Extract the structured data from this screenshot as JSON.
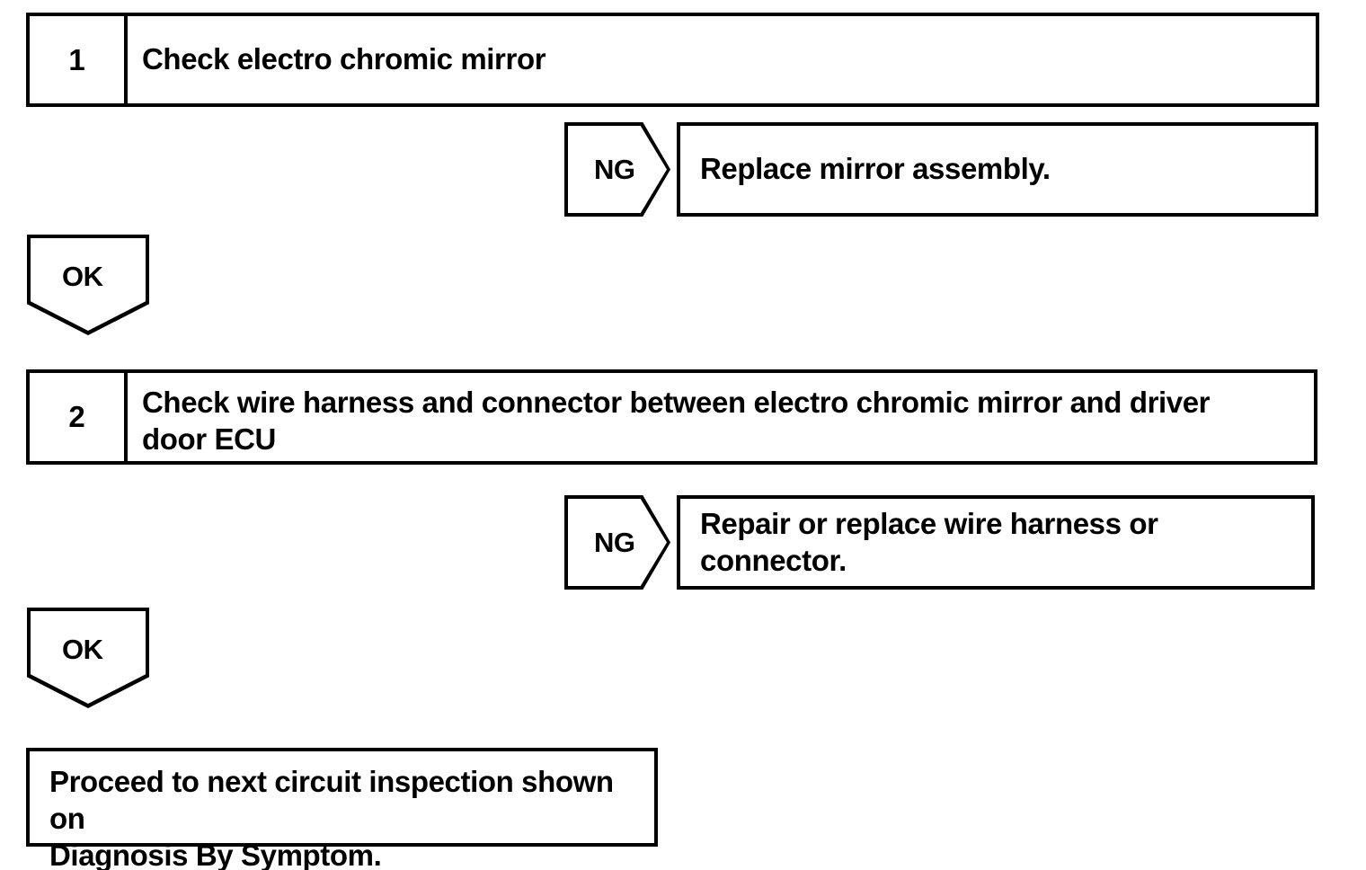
{
  "document": {
    "title": "Electro Chromic Mirror Circuit Inspection",
    "type": "troubleshooting-flowchart",
    "ink_color": "#000000",
    "paper_color": "#ffffff"
  },
  "steps": [
    {
      "number": "1",
      "instruction": "Check electro chromic mirror",
      "ng": {
        "label": "NG",
        "action": "Replace mirror assembly."
      },
      "ok": {
        "label": "OK"
      }
    },
    {
      "number": "2",
      "instruction": "Check wire harness and connector between electro chromic mirror and driver\ndoor ECU",
      "ng": {
        "label": "NG",
        "action": "Repair or replace wire harness or connector."
      },
      "ok": {
        "label": "OK"
      }
    }
  ],
  "final": {
    "text": "Proceed to next circuit inspection shown on\nDiagnosis By Symptom."
  }
}
